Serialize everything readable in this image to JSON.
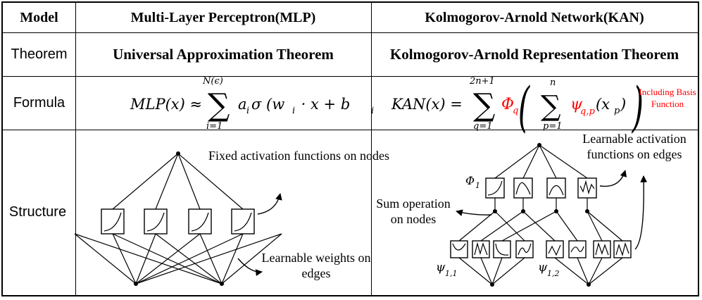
{
  "header": {
    "model": "Model",
    "mlp": "Multi-Layer Perceptron(MLP)",
    "kan": "Kolmogorov-Arnold Network(KAN)"
  },
  "rows": {
    "theorem": {
      "label": "Theorem",
      "mlp": "Universal Approximation Theorem",
      "kan": "Kolmogorov-Arnold Representation Theorem"
    },
    "formula": {
      "label": "Formula",
      "mlp": {
        "lhs": "MLP(x) ≈",
        "upper": "N(ϵ)",
        "lower": "i=1",
        "term": "a",
        "term_sub": "i",
        "sigma": "σ (w",
        "w_sub": "i",
        "mid": " · x + b",
        "b_sub": "i",
        "close": ")"
      },
      "kan": {
        "lhs": "KAN(x) =",
        "upper": "2n+1",
        "lower": "q=1",
        "phi": "Φ",
        "phi_sub": "q",
        "inner_upper": "n",
        "inner_lower": "p=1",
        "psi": "ψ",
        "psi_sub": "q,p",
        "arg": "(x",
        "arg_sub": "p",
        "arg_close": ")",
        "note": "Including Basis Function"
      }
    },
    "structure": {
      "label": "Structure",
      "mlp_fixed_label": "Fixed activation functions on nodes",
      "mlp_weights_label": "Learnable weights on edges",
      "kan_learnable_label": "Learnable activation functions on edges",
      "kan_sum_label": "Sum operation on nodes",
      "phi_label": "Φ",
      "phi_label_sub": "1",
      "psi_11_label": "ψ",
      "psi_11_sub": "1,1",
      "psi_12_label": "ψ",
      "psi_12_sub": "1,2"
    }
  },
  "colors": {
    "accent": "#ff0000",
    "ink": "#000000",
    "background": "#ffffff"
  }
}
